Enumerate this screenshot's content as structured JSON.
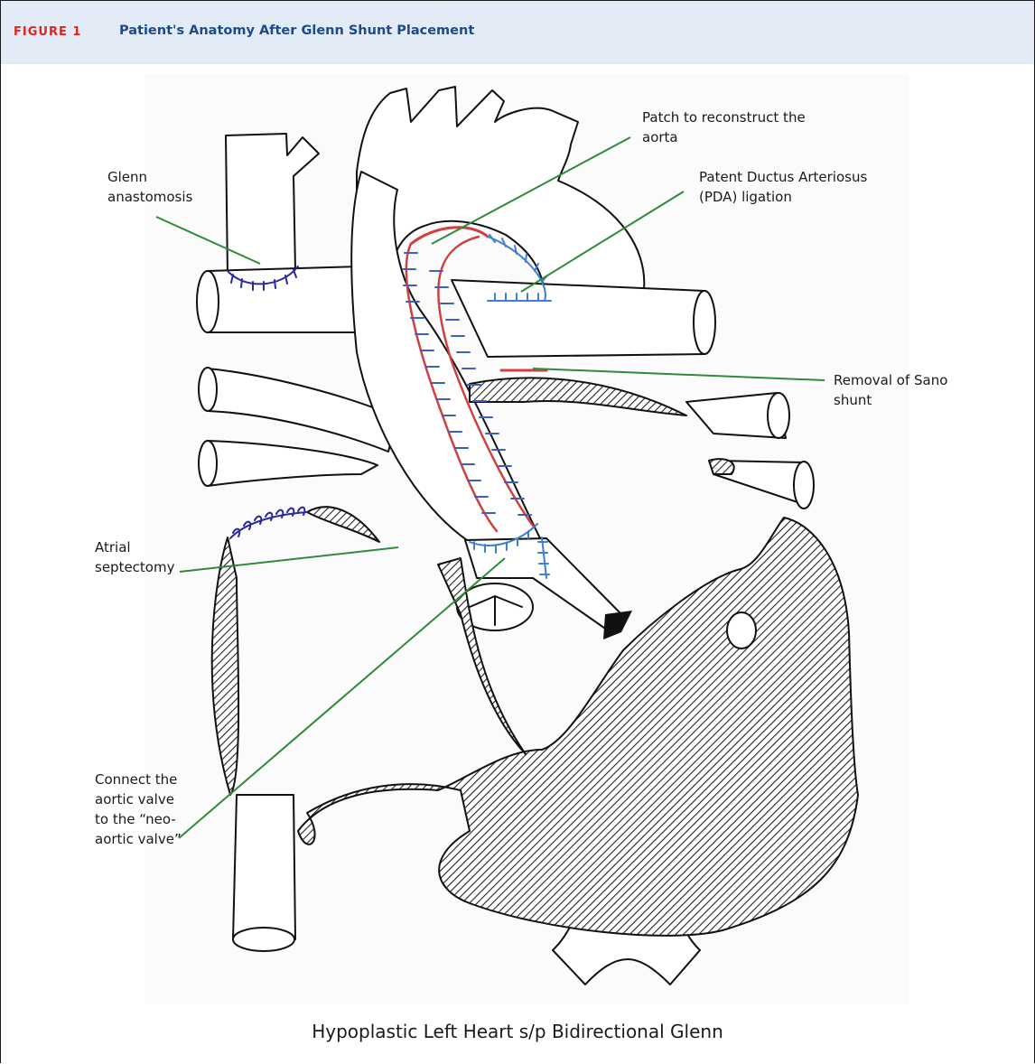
{
  "figure": {
    "label": "FIGURE 1",
    "title": "Patient's Anatomy After Glenn Shunt Placement",
    "caption": "Hypoplastic Left Heart s/p Bidirectional Glenn"
  },
  "annotations": {
    "glenn": "Glenn\nanastomosis",
    "patch": "Patch to reconstruct the\naorta",
    "pda": "Patent Ductus Arteriosus\n(PDA) ligation",
    "sano": "Removal of Sano\nshunt",
    "septectomy": "Atrial\nseptectomy",
    "valve": "Connect the\naortic valve\nto the “neo-\naortic valve”"
  },
  "colors": {
    "header_bg": "#e3ecf6",
    "figure_label": "#e2231a",
    "title": "#1c4a8a",
    "leader_line": "#2e8b3a",
    "suture_dark_blue": "#2a2a9e",
    "suture_light_blue": "#3d7fd0",
    "patch_red": "#d04040"
  }
}
